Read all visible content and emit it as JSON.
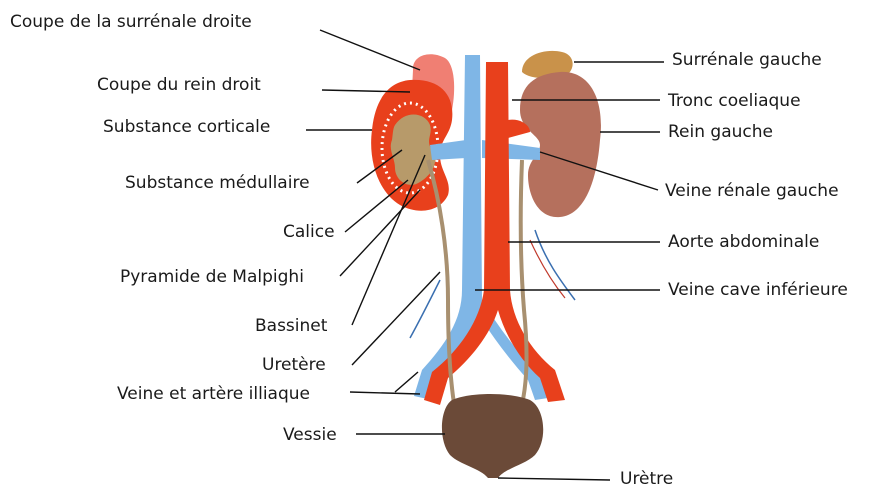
{
  "labels_left": [
    "Coupe de la surrénale droite",
    "Coupe du rein droit",
    "Substance corticale",
    "Substance médullaire",
    "Calice",
    "Pyramide de Malpighi",
    "Bassinet",
    "Uretère",
    "Veine et artère illiaque",
    "Vessie"
  ],
  "labels_right": [
    "Surrénale gauche",
    "Tronc coeliaque",
    "Rein gauche",
    "Veine rénale gauche",
    "Aorte abdominale",
    "Veine cave inférieure",
    "Urètre"
  ],
  "colors": {
    "aorta": "#e8401c",
    "vena_cava": "#7fb6e6",
    "kidney_right": "#e8401c",
    "medulla": "#b79a6a",
    "adrenal_right": "#f07f73",
    "adrenal_left": "#c9924a",
    "kidney_left": "#b5705d",
    "bladder": "#6b4a38",
    "ureter": "#a89070"
  }
}
